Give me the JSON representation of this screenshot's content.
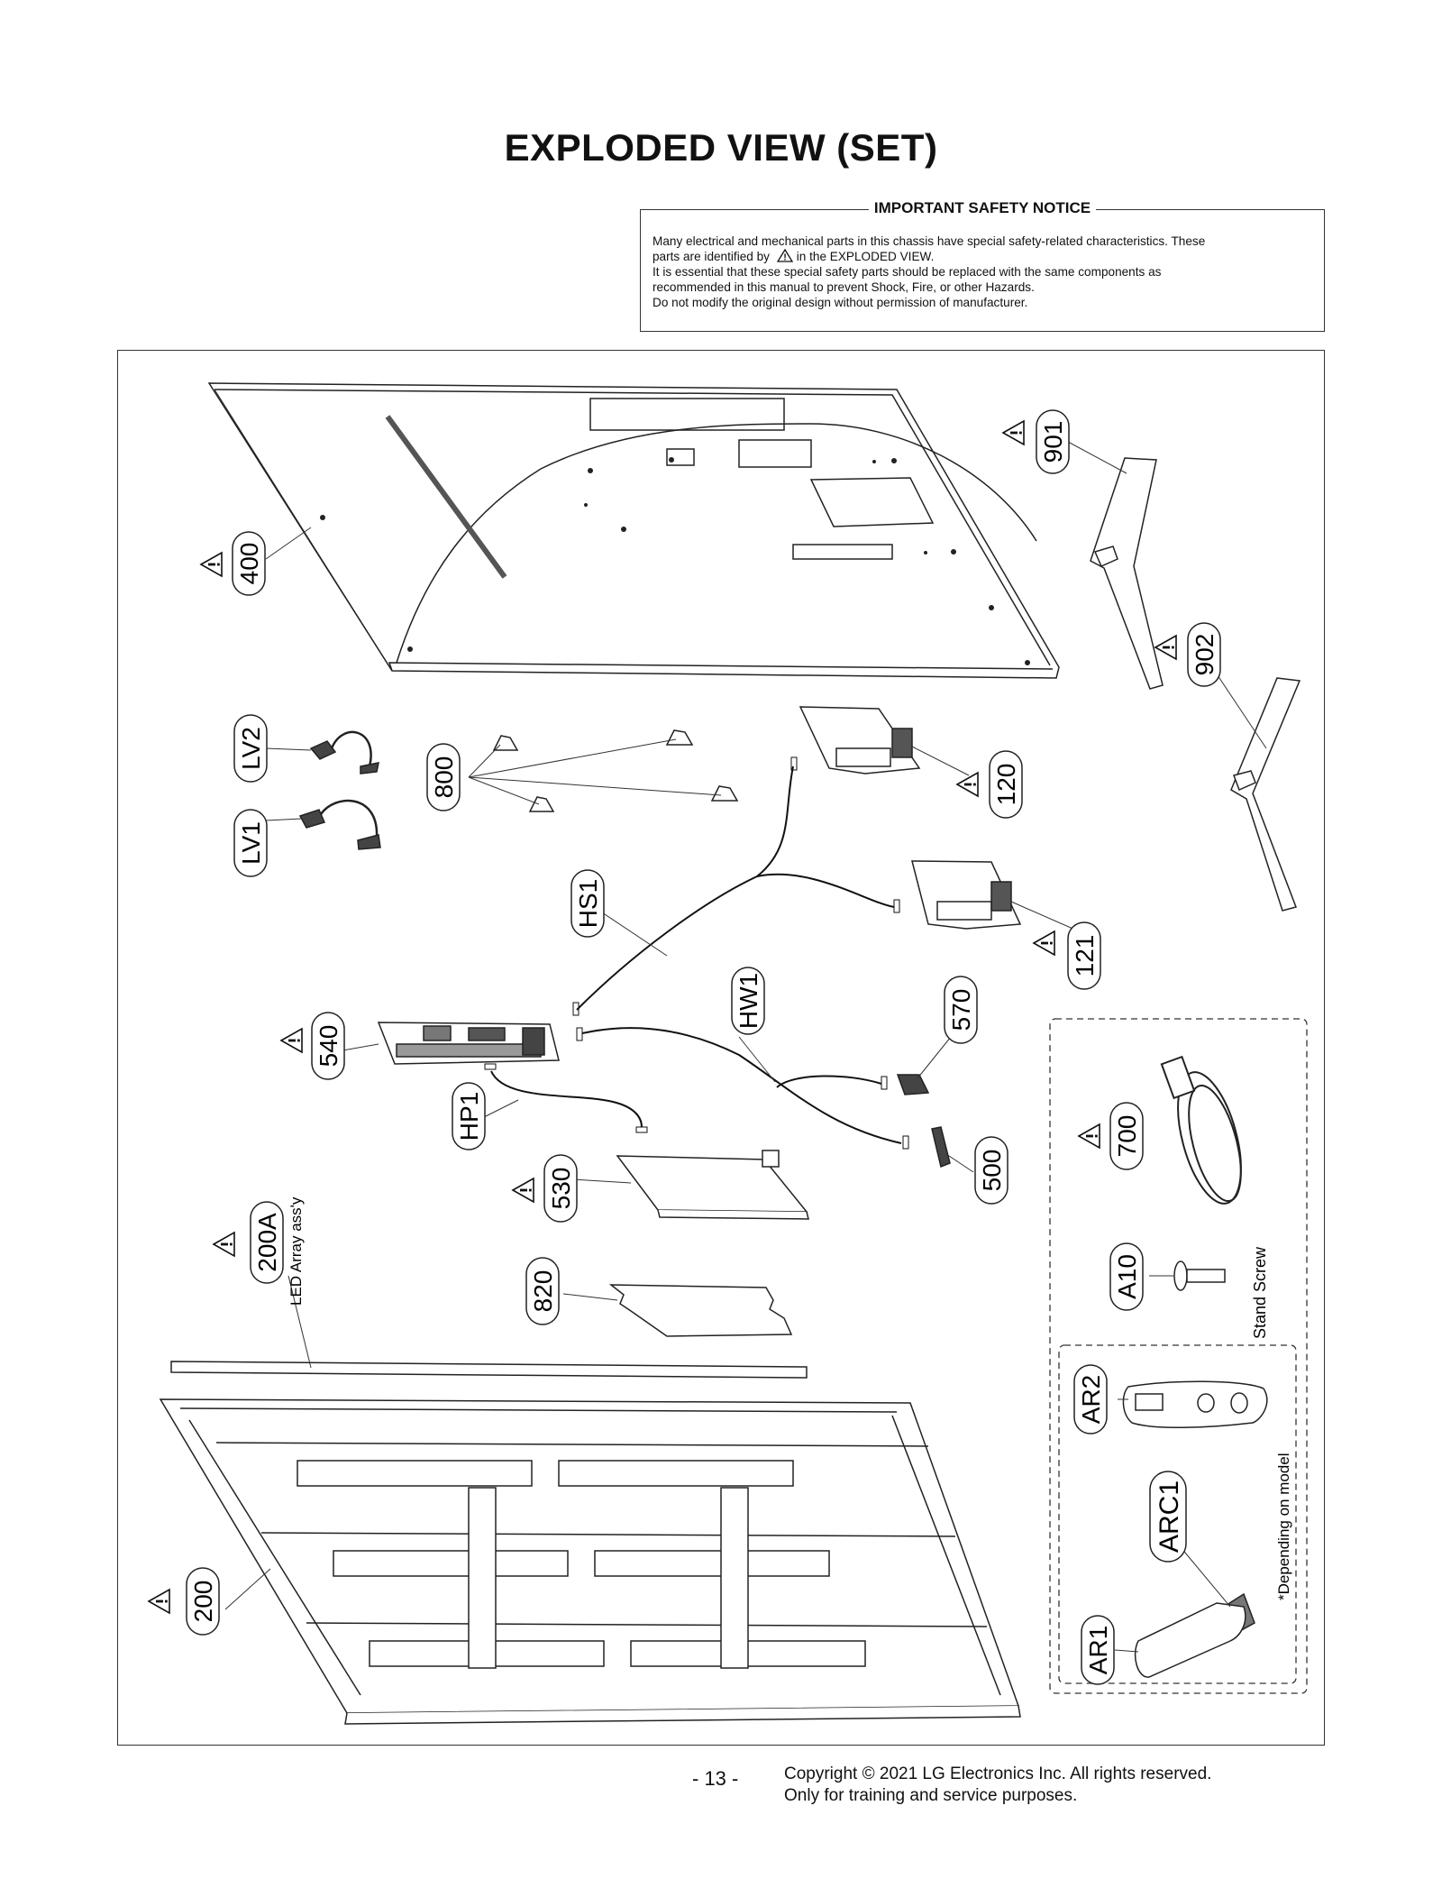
{
  "title": "EXPLODED VIEW (SET)",
  "safety_notice": {
    "heading": "IMPORTANT SAFETY NOTICE",
    "line1": "Many electrical and mechanical parts in this chassis have special safety-related characteristics. These",
    "line2a": "parts are identified by",
    "line2b": "in the EXPLODED VIEW.",
    "line3": "It is essential that these special safety parts should be replaced with the same components as",
    "line4": "recommended in this manual to prevent Shock, Fire, or other Hazards.",
    "line5": "Do not modify the original design without permission of manufacturer."
  },
  "callouts": {
    "p400": "400",
    "p901": "901",
    "p902": "902",
    "pLV2": "LV2",
    "pLV1": "LV1",
    "p800": "800",
    "p120": "120",
    "p121": "121",
    "pHS1": "HS1",
    "pHW1": "HW1",
    "p570": "570",
    "p540": "540",
    "pHP1": "HP1",
    "p530": "530",
    "p500": "500",
    "p700": "700",
    "p200A": "200A",
    "p820": "820",
    "pA10": "A10",
    "pAR2": "AR2",
    "pARC1": "ARC1",
    "pAR1": "AR1",
    "p200": "200"
  },
  "labels": {
    "led_array": "LED Array ass'y",
    "stand_screw": "Stand Screw",
    "depending": "*Depending on model"
  },
  "footer": {
    "page_number": "- 13 -",
    "copyright": "Copyright © 2021 LG Electronics Inc. All rights reserved.",
    "purpose": "Only for training and service purposes."
  }
}
